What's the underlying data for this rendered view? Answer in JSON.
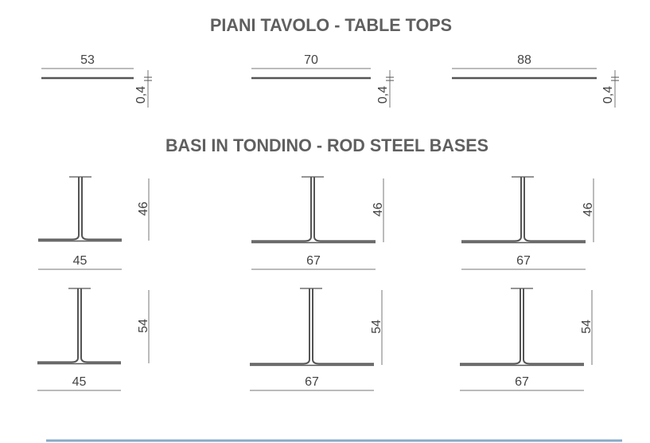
{
  "titles": {
    "table_tops": "PIANI TAVOLO - TABLE TOPS",
    "rod_bases": "BASI IN TONDINO - ROD STEEL BASES"
  },
  "table_tops": [
    {
      "width": "53",
      "thickness": "0,4"
    },
    {
      "width": "70",
      "thickness": "0,4"
    },
    {
      "width": "88",
      "thickness": "0,4"
    }
  ],
  "bases": [
    {
      "width": "45",
      "height": "46"
    },
    {
      "width": "67",
      "height": "46"
    },
    {
      "width": "67",
      "height": "46"
    },
    {
      "width": "45",
      "height": "54"
    },
    {
      "width": "67",
      "height": "54"
    },
    {
      "width": "67",
      "height": "54"
    }
  ],
  "colors": {
    "line": "#555555",
    "dim_line": "#777777",
    "footer_rule": "#86abc8"
  }
}
